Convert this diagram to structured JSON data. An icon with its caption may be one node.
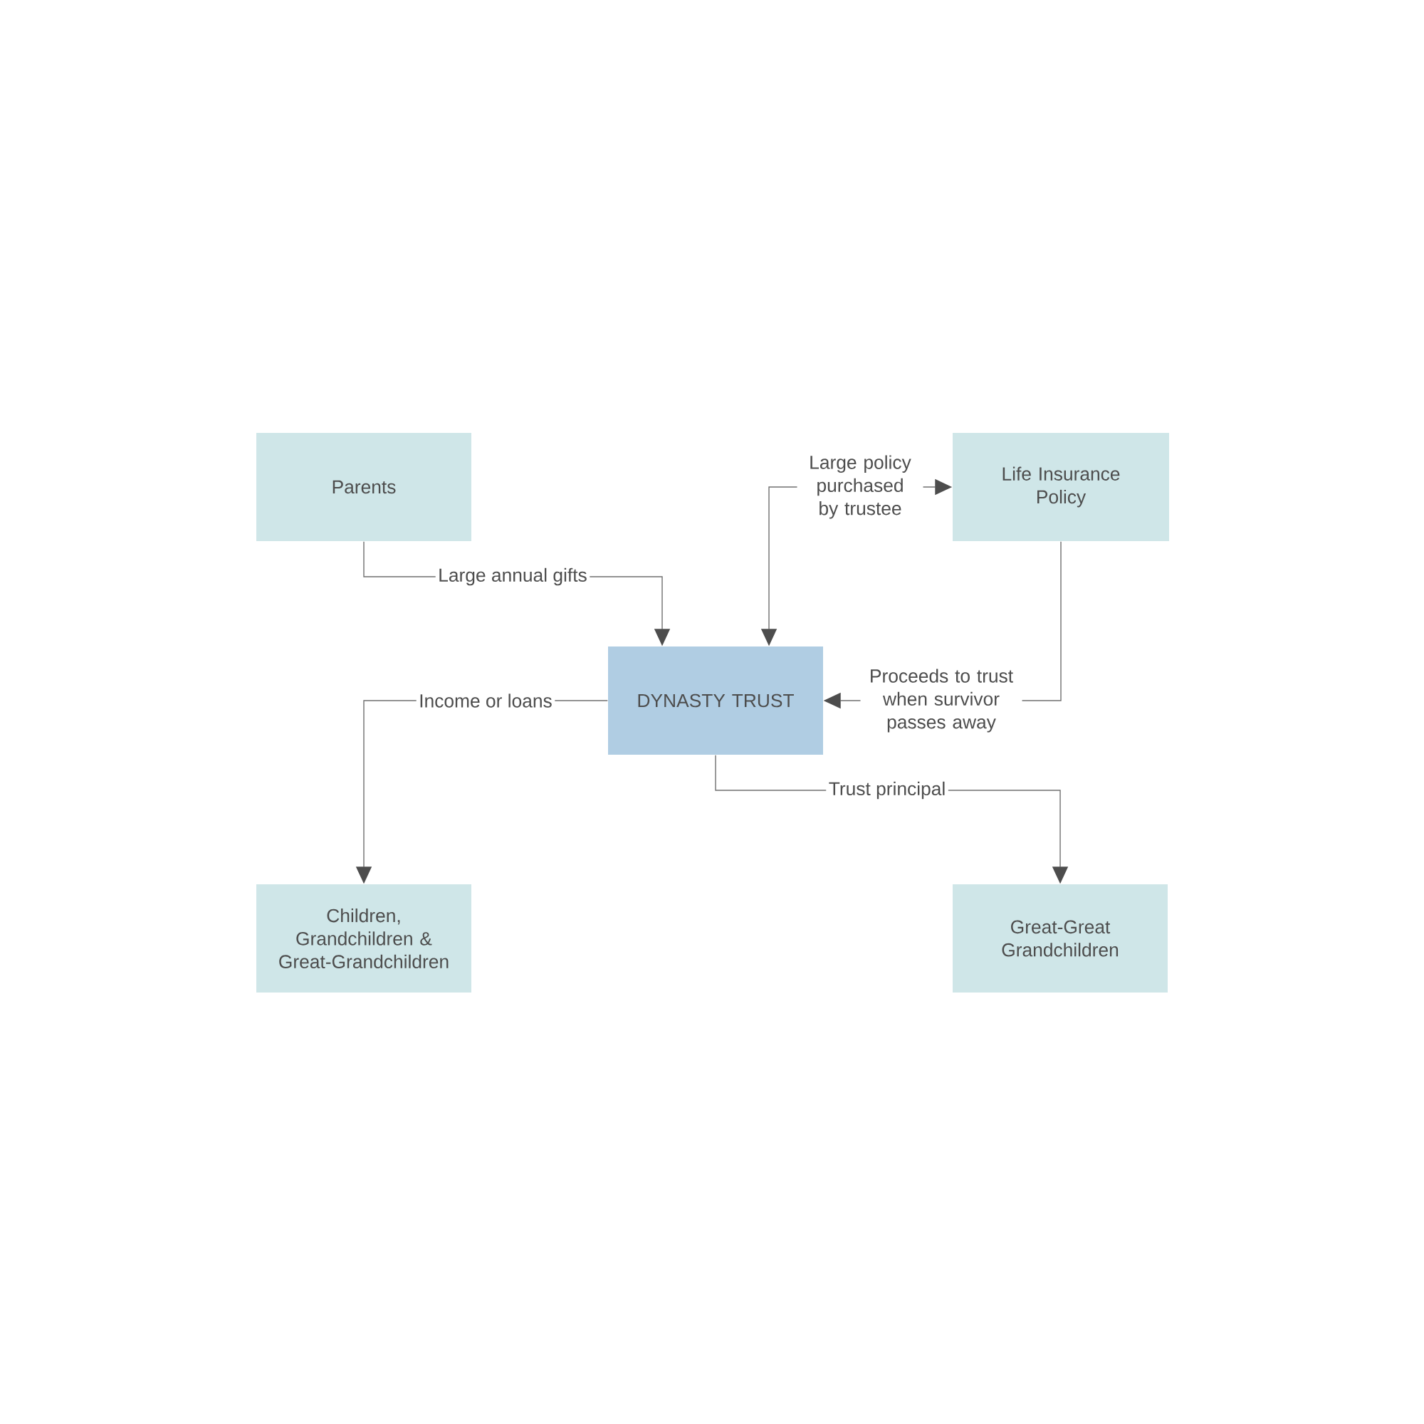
{
  "diagram": {
    "nodes": [
      {
        "text": [
          "Parents"
        ]
      },
      {
        "text": [
          "Life Insurance Policy"
        ]
      },
      {
        "text": [
          "DYNASTY TRUST"
        ]
      },
      {
        "text": [
          "Children, Grandchildren & Great-Grandchildren"
        ]
      },
      {
        "text": [
          "Great-Great Grandchildren"
        ]
      }
    ],
    "edges": [
      {
        "from": 0,
        "to": 2,
        "arrow": "to",
        "label": "Large annual gifts"
      },
      {
        "from": 2,
        "to": 1,
        "arrow": "both",
        "label": "Large policy purchased by trustee"
      },
      {
        "from": 1,
        "to": 2,
        "arrow": "to",
        "label": "Proceeds to trust when survivor passes away"
      },
      {
        "from": 2,
        "to": 3,
        "arrow": "to",
        "label": "Income or loans"
      },
      {
        "from": 2,
        "to": 4,
        "arrow": "to",
        "label": "Trust principal"
      }
    ]
  }
}
